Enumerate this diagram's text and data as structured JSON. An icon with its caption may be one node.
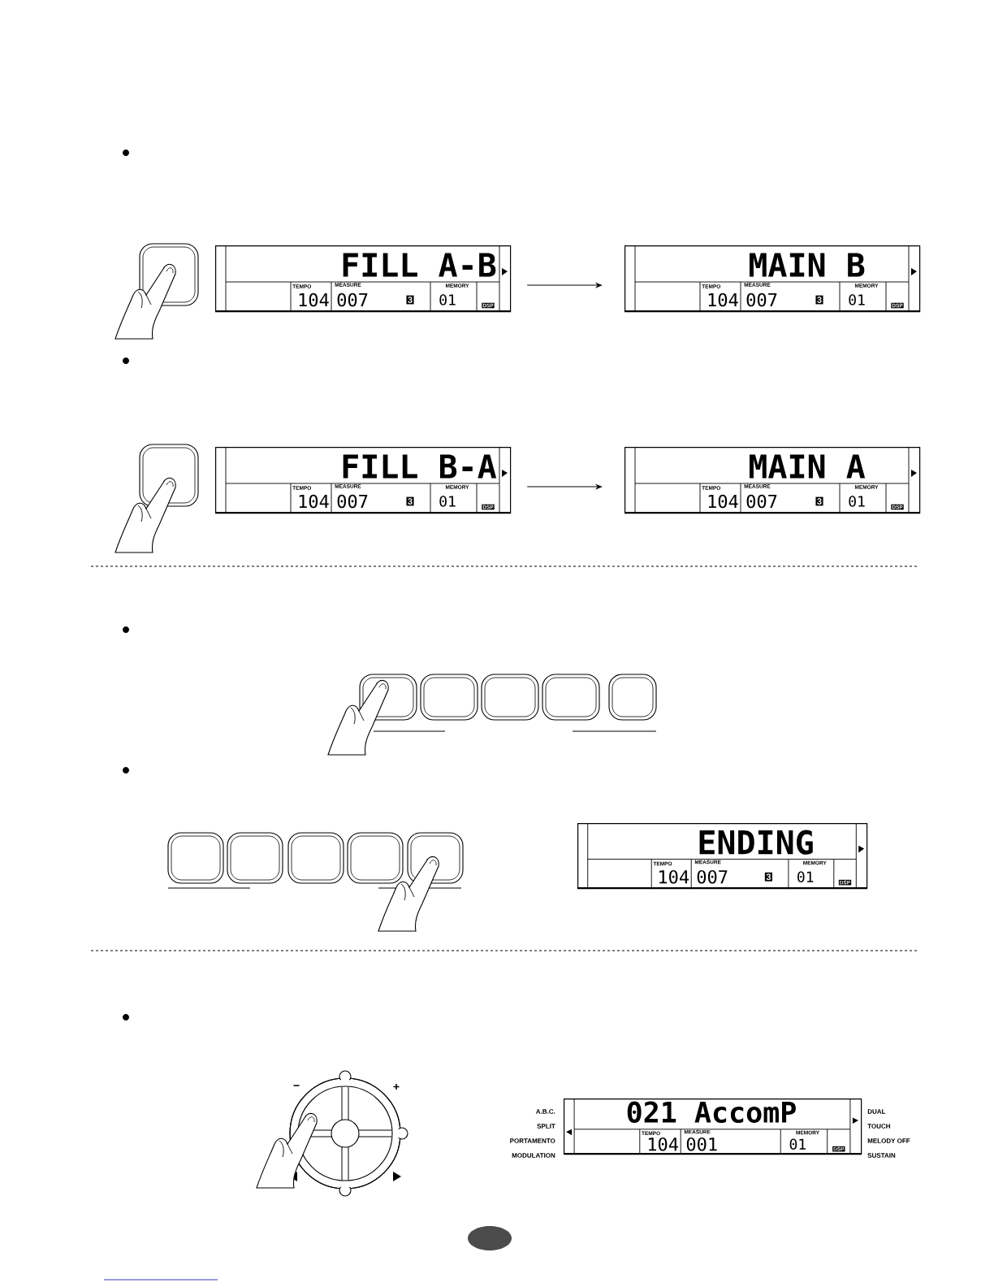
{
  "diagram": {
    "nodes": [
      {
        "text": [
          "FILL A-B",
          "TEMPO",
          "104",
          "MEASURE",
          "007",
          "3",
          "MEMORY",
          "01",
          "DSP"
        ]
      },
      {
        "text": [
          "MAIN B",
          "TEMPO",
          "104",
          "MEASURE",
          "007",
          "3",
          "MEMORY",
          "01",
          "DSP"
        ]
      },
      {
        "text": [
          "FILL B-A",
          "TEMPO",
          "104",
          "MEASURE",
          "007",
          "3",
          "MEMORY",
          "01",
          "DSP"
        ]
      },
      {
        "text": [
          "MAIN A",
          "TEMPO",
          "104",
          "MEASURE",
          "007",
          "3",
          "MEMORY",
          "01",
          "DSP"
        ]
      },
      {
        "text": [
          "ENDING",
          "TEMPO",
          "104",
          "MEASURE",
          "007",
          "3",
          "MEMORY",
          "01",
          "DSP"
        ]
      },
      {
        "text": [
          "021 AccomP",
          "TEMPO",
          "104",
          "MEASURE",
          "001",
          "MEMORY",
          "01",
          "DSP"
        ]
      }
    ],
    "edges": [
      {
        "from": 0,
        "to": 1,
        "arrow": "to"
      },
      {
        "from": 2,
        "to": 3,
        "arrow": "to"
      }
    ],
    "labels": [
      "−",
      "+",
      "A.B.C.",
      "DUAL",
      "SPLIT",
      "TOUCH",
      "PORTAMENTO",
      "MELODY OFF",
      "MODULATION",
      "SUSTAIN"
    ]
  }
}
